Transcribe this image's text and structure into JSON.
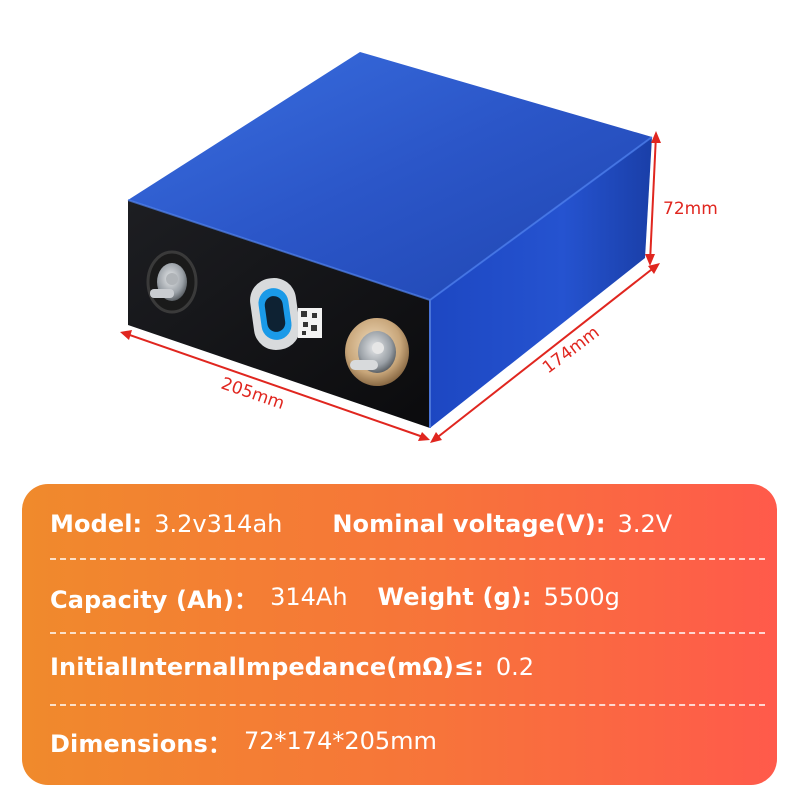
{
  "dimensions": {
    "height_label": "72mm",
    "depth_label": "174mm",
    "width_label": "205mm"
  },
  "specs": {
    "model_label": "Model:",
    "model_value": "3.2v314ah",
    "voltage_label": "Nominal voltage(V):",
    "voltage_value": "3.2V",
    "capacity_label": "Capacity (Ah)：",
    "capacity_value": "314Ah",
    "weight_label": "Weight (g):",
    "weight_value": "5500g",
    "impedance_label": "InitialInternalImpedance(mΩ)≤:",
    "impedance_value": "0.2",
    "dimensions_label": "Dimensions：",
    "dimensions_value": "72*174*205mm"
  },
  "colors": {
    "battery_blue": "#2a55c4",
    "dimension_red": "#e0261f",
    "panel_orange": "#f08a2c",
    "panel_red": "#ff5a4b"
  }
}
